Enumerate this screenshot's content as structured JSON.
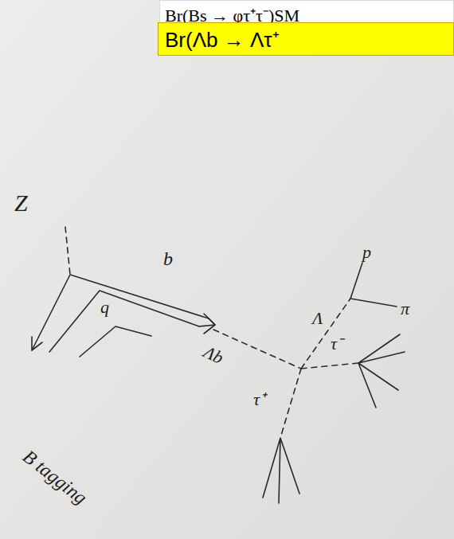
{
  "diagram": {
    "nodes": [
      {
        "text": [
          "Br(Bs → φτ⁺τ⁻)SM"
        ]
      },
      {
        "text": [
          "Br(Λb → Λτ⁺"
        ]
      }
    ],
    "labels": [
      "Z",
      "b",
      "q",
      "B tagging",
      "Λb",
      "Λ",
      "p",
      "π",
      "τ⁻",
      "τ⁺"
    ]
  }
}
